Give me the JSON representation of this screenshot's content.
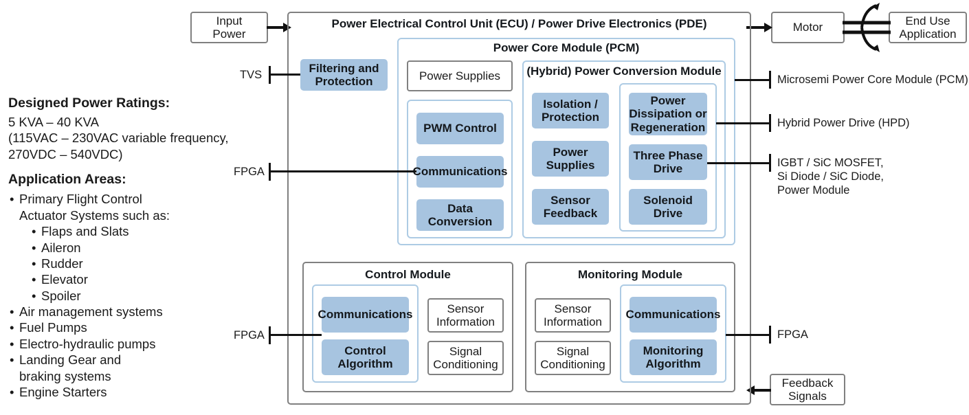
{
  "info": {
    "ratings_heading": "Designed Power Ratings:",
    "ratings_text": "5 KVA – 40 KVA\n(115VAC – 230VAC variable frequency,\n270VDC – 540VDC)",
    "apps_heading": "Application Areas:",
    "app_items": [
      {
        "label": "Primary Flight Control",
        "cont": "Actuator Systems such as:",
        "level": 1
      },
      {
        "label": "Flaps and Slats",
        "level": 2
      },
      {
        "label": "Aileron",
        "level": 2
      },
      {
        "label": "Rudder",
        "level": 2
      },
      {
        "label": "Elevator",
        "level": 2
      },
      {
        "label": "Spoiler",
        "level": 2
      },
      {
        "label": "Air management systems",
        "level": 1
      },
      {
        "label": "Fuel Pumps",
        "level": 1
      },
      {
        "label": "Electro-hydraulic pumps",
        "level": 1
      },
      {
        "label": "Landing Gear and",
        "cont": "braking systems",
        "level": 1
      },
      {
        "label": "Engine Starters",
        "level": 1
      }
    ],
    "bullet_glyph": "•"
  },
  "external": {
    "input_power": "Input\nPower",
    "motor": "Motor",
    "end_use": "End Use\nApplication",
    "feedback": "Feedback\nSignals"
  },
  "ecu": {
    "title": "Power Electrical Control Unit (ECU) / Power Drive Electronics (PDE)",
    "filtering": "Filtering and\nProtection"
  },
  "pcm": {
    "title": "Power Core Module (PCM)",
    "power_supplies": "Power Supplies",
    "left_group": [
      "PWM Control",
      "Communications",
      "Data\nConversion"
    ],
    "hpcm": {
      "title": "(Hybrid) Power Conversion Module",
      "left_col": [
        "Isolation /\nProtection",
        "Power\nSupplies",
        "Sensor\nFeedback"
      ],
      "right_col": [
        "Power\nDissipation or\nRegeneration",
        "Three Phase\nDrive",
        "Solenoid\nDrive"
      ]
    }
  },
  "control_module": {
    "title": "Control Module",
    "blue_items": [
      "Communications",
      "Control\nAlgorithm"
    ],
    "white_items": [
      "Sensor\nInformation",
      "Signal\nConditioning"
    ]
  },
  "monitoring_module": {
    "title": "Monitoring Module",
    "white_items": [
      "Sensor\nInformation",
      "Signal\nConditioning"
    ],
    "blue_items": [
      "Communications",
      "Monitoring\nAlgorithm"
    ]
  },
  "left_connectors": [
    {
      "label": "TVS"
    },
    {
      "label": "FPGA"
    },
    {
      "label": "FPGA"
    }
  ],
  "right_connectors": [
    {
      "label": "Microsemi Power Core Module (PCM)"
    },
    {
      "label": "Hybrid Power Drive (HPD)"
    },
    {
      "label": "IGBT / SiC MOSFET,\nSi Diode / SiC Diode,\nPower Module"
    },
    {
      "label": "FPGA"
    }
  ],
  "colors": {
    "blue_fill": "#a7c4e0",
    "blue_border": "#adcbe4",
    "gray_border": "#808080",
    "line": "#111111",
    "text": "#1a1a1a",
    "background": "#ffffff"
  }
}
